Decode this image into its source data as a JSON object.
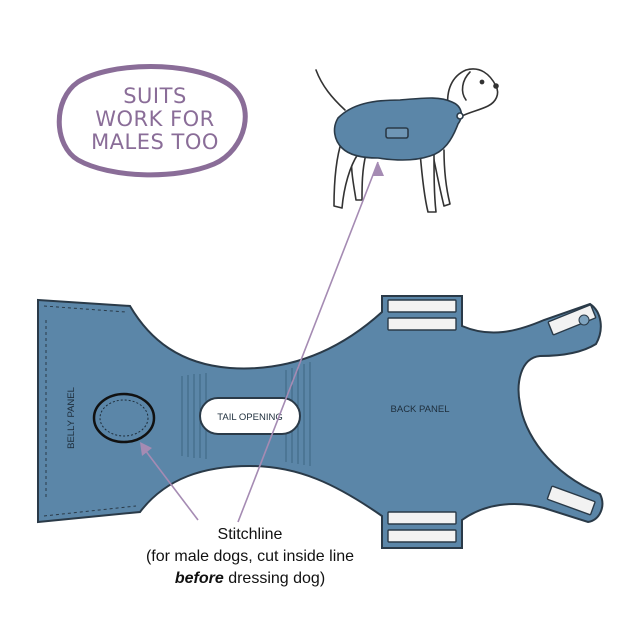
{
  "badge": {
    "lines": [
      "SUITS",
      "WORK FOR",
      "MALES TOO"
    ],
    "color": "#8a6d98"
  },
  "suit": {
    "fill_color": "#5b86a8",
    "outline_color": "#2a3a48",
    "labels": {
      "belly_panel": "BELLY PANEL",
      "tail_opening": "TAIL OPENING",
      "back_panel": "BACK PANEL"
    }
  },
  "caption": {
    "line1": "Stitchline",
    "line2": "(for male dogs, cut inside line",
    "line3_emphasis": "before",
    "line3_rest": " dressing dog)"
  },
  "pointer_color": "#a58bb3"
}
